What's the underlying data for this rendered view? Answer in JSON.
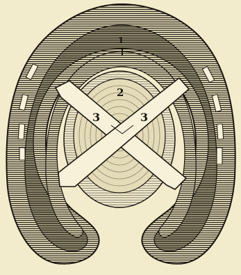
{
  "figure": {
    "labels": {
      "top_marker": "1",
      "center_frog": "2",
      "left_bar": "3",
      "right_bar": "3"
    },
    "nail_holes": {
      "left_count": 4,
      "right_count": 4
    },
    "colors": {
      "background": "#f3eccc",
      "ink": "#1a160f",
      "shoe_fill": "#57513e",
      "center_fill": "#d7ccaa",
      "bar_fill": "#f6f1d8"
    }
  }
}
